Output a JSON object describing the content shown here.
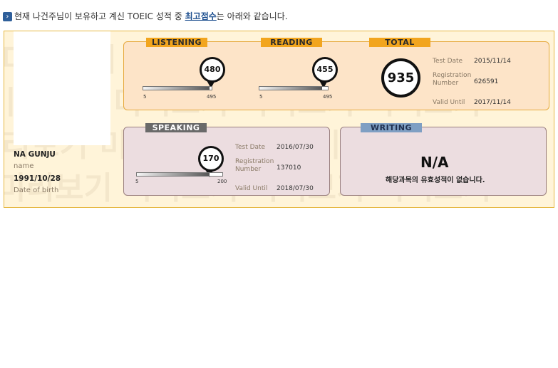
{
  "intro": {
    "before": "현재 나건주님이 보유하고 계신 TOEIC 성적 중 ",
    "highlight": "최고점수",
    "after": "는 아래와 같습니다."
  },
  "watermark": "미리보기",
  "person": {
    "name": "NA GUNJU",
    "name_label": "name",
    "dob": "1991/10/28",
    "dob_label": "Date of birth"
  },
  "listening": {
    "label": "LISTENING",
    "score": "480",
    "min": "5",
    "max": "495",
    "fraction": 0.97
  },
  "reading": {
    "label": "READING",
    "score": "455",
    "min": "5",
    "max": "495",
    "fraction": 0.92
  },
  "total": {
    "label": "TOTAL",
    "score": "935",
    "test_date_label": "Test Date",
    "test_date": "2015/11/14",
    "reg_label_1": "Registration",
    "reg_label_2": "Number",
    "reg_number": "626591",
    "valid_label": "Valid Until",
    "valid_until": "2017/11/14"
  },
  "speaking": {
    "label": "SPEAKING",
    "score": "170",
    "min": "5",
    "max": "200",
    "fraction": 0.85,
    "test_date_label": "Test Date",
    "test_date": "2016/07/30",
    "reg_label_1": "Registration",
    "reg_label_2": "Number",
    "reg_number": "137010",
    "valid_label": "Valid Until",
    "valid_until": "2018/07/30"
  },
  "writing": {
    "label": "WRITING",
    "na": "N/A",
    "message": "해당과목의 유효성적이 없습니다."
  }
}
